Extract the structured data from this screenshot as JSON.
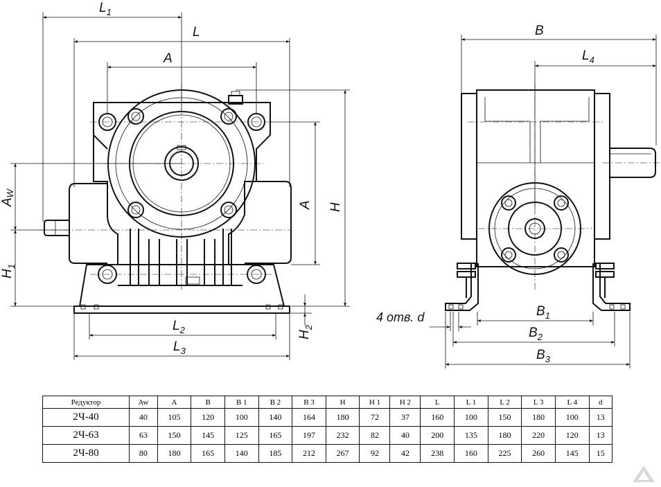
{
  "drawing": {
    "labels": {
      "l1": "L",
      "l1_sub": "1",
      "l": "L",
      "a_top": "A",
      "aw": "A",
      "aw_sub": "W",
      "h1": "H",
      "h1_sub": "1",
      "a_side": "A",
      "h": "H",
      "h2": "H",
      "h2_sub": "2",
      "l2": "L",
      "l2_sub": "2",
      "l3": "L",
      "l3_sub": "3",
      "b": "B",
      "l4": "L",
      "l4_sub": "4",
      "b1": "B",
      "b1_sub": "1",
      "b2": "B",
      "b2_sub": "2",
      "b3": "B",
      "b3_sub": "3",
      "holes_note": "4 отв. d"
    }
  },
  "table": {
    "headers": [
      "Редуктор",
      "Aw",
      "A",
      "B",
      "B 1",
      "B 2",
      "B 3",
      "H",
      "H 1",
      "H 2",
      "L",
      "L 1",
      "L 2",
      "L 3",
      "L 4",
      "d"
    ],
    "rows": [
      [
        "2Ч-40",
        "40",
        "105",
        "120",
        "100",
        "140",
        "164",
        "180",
        "72",
        "37",
        "160",
        "100",
        "150",
        "180",
        "100",
        "13"
      ],
      [
        "2Ч-63",
        "63",
        "150",
        "145",
        "125",
        "165",
        "197",
        "232",
        "82",
        "40",
        "200",
        "135",
        "180",
        "220",
        "120",
        "13"
      ],
      [
        "2Ч-80",
        "80",
        "180",
        "165",
        "140",
        "185",
        "212",
        "267",
        "92",
        "42",
        "238",
        "160",
        "225",
        "260",
        "145",
        "15"
      ]
    ]
  },
  "logo": {
    "icon": "triangle-logo-icon",
    "color": "#d9d9d9"
  }
}
